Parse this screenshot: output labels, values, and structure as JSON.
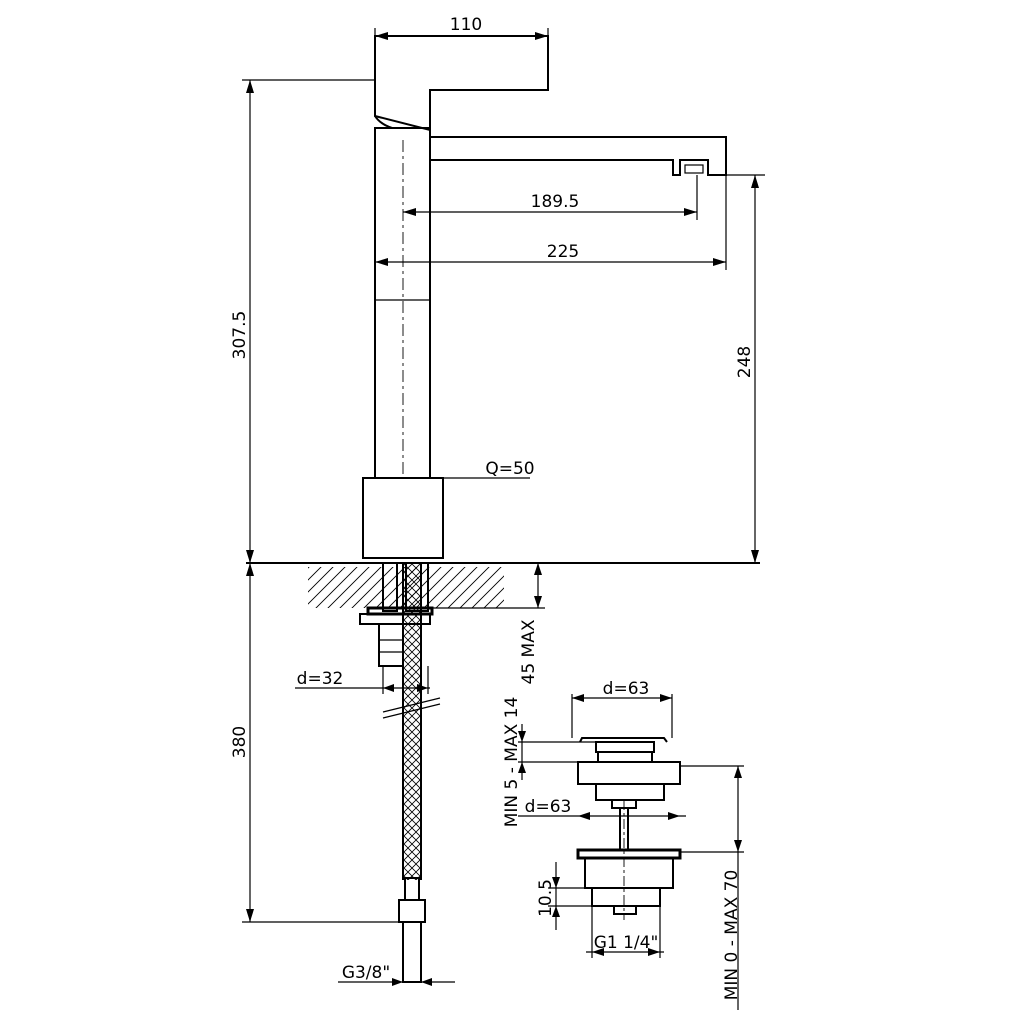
{
  "dimensions": {
    "handle_width": "110",
    "spout_reach_aerator": "189.5",
    "spout_reach": "225",
    "total_height": "307.5",
    "spout_height": "248",
    "body_size": "Q=50",
    "max_deck_thickness": "45 MAX",
    "shank_diameter": "d=32",
    "hose_length": "380",
    "connection_thread": "G3/8\"",
    "waste_cap_diameter": "d=63",
    "waste_flange_diameter": "d=63",
    "cap_lift": "MIN 5 - MAX 14",
    "waste_body_height": "10.5",
    "waste_thread": "G1 1/4\"",
    "basin_thickness_range": "MIN 0 - MAX 70"
  }
}
